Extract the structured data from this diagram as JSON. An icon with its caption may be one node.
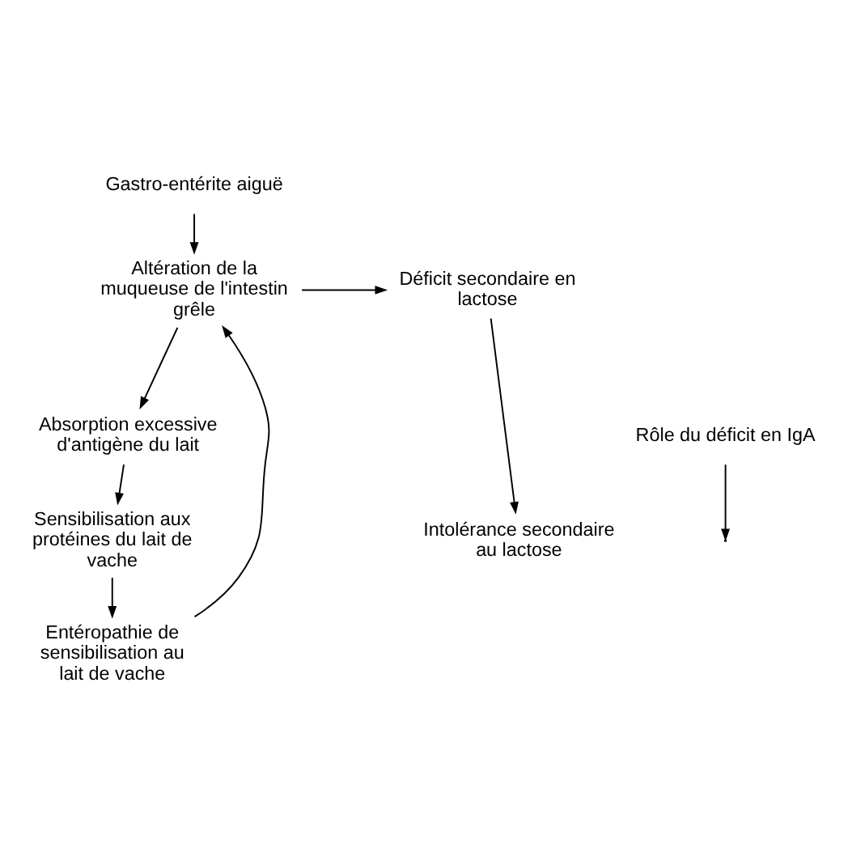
{
  "diagram": {
    "nodes": [
      {
        "text": [
          "Gastro-entérite aiguë"
        ]
      },
      {
        "text": [
          "Altération de la muqueuse de l'intestin grêle"
        ]
      },
      {
        "text": [
          "Déficit secondaire en lactose"
        ]
      },
      {
        "text": [
          "Rôle du déficit en IgA"
        ]
      },
      {
        "text": [
          "Absorption excessive d'antigène du lait"
        ]
      },
      {
        "text": [
          "Sensibilisation aux protéines du lait de vache"
        ]
      },
      {
        "text": [
          "Intolérance secondaire au lactose"
        ]
      },
      {
        "text": [
          "Entéropathie de sensibilisation au lait de vache"
        ]
      }
    ],
    "edges": [
      {
        "from": 0,
        "to": 1,
        "arrow": "to"
      },
      {
        "from": 1,
        "to": 2,
        "arrow": "to"
      },
      {
        "from": 1,
        "to": 4,
        "arrow": "to"
      },
      {
        "from": 3,
        "to": null,
        "arrow": "to"
      },
      {
        "from": 2,
        "to": 6,
        "arrow": "to"
      },
      {
        "from": 4,
        "to": 5,
        "arrow": "to"
      },
      {
        "from": 5,
        "to": 7,
        "arrow": "to"
      },
      {
        "from": 7,
        "to": 1,
        "arrow": "to"
      }
    ]
  }
}
